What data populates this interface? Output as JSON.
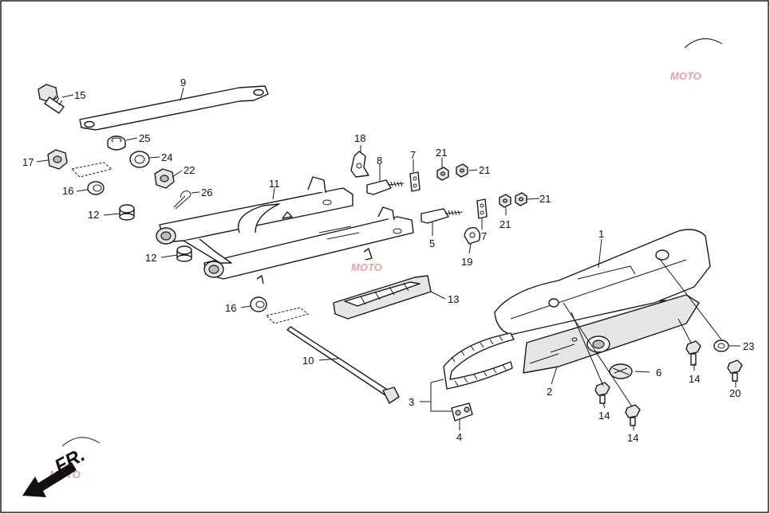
{
  "diagram": {
    "direction_label": "FR.",
    "watermark_text": "MOTO",
    "callouts": {
      "c1": "1",
      "c2": "2",
      "c3": "3",
      "c4": "4",
      "c5": "5",
      "c6": "6",
      "c7a": "7",
      "c7b": "7",
      "c8": "8",
      "c9": "9",
      "c10": "10",
      "c11": "11",
      "c12a": "12",
      "c12b": "12",
      "c13": "13",
      "c14a": "14",
      "c14b": "14",
      "c14c": "14",
      "c15": "15",
      "c16a": "16",
      "c16b": "16",
      "c17": "17",
      "c18": "18",
      "c19": "19",
      "c20": "20",
      "c21a": "21",
      "c21b": "21",
      "c21c": "21",
      "c21d": "21",
      "c22": "22",
      "c23": "23",
      "c24": "24",
      "c25": "25",
      "c26": "26"
    }
  }
}
